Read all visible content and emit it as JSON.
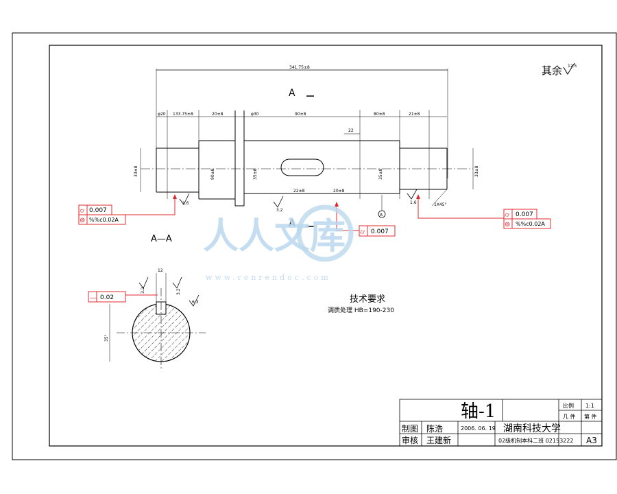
{
  "drawing": {
    "roughness_note": "其余",
    "roughness_value": "12.5",
    "section_marker_top": "A",
    "section_marker_bottom": "A",
    "section_view_label": "A—A",
    "overall_length": "341.75±8",
    "segment_dims": [
      "φ20",
      "133.75±8",
      "20±8",
      "φ30",
      "90±8",
      "80±8",
      "21±8"
    ],
    "keyway_dim": "22",
    "groove_dims": [
      "22±8",
      "20±8"
    ],
    "diameters": [
      "33±8",
      "90±8",
      "35±8",
      "35±8",
      "33±8"
    ],
    "chamfer": "1X45°",
    "surface_marks": [
      "1.6",
      "3.2",
      "1.6"
    ],
    "left_tolerance": {
      "symbol": "⌭",
      "value": "0.007",
      "runout": "⊚",
      "runout_value": "%%c0.02A"
    },
    "right_tolerance": {
      "symbol": "⌭",
      "value": "0.007",
      "runout": "⊚",
      "runout_value": "%%c0.02A"
    },
    "middle_tolerance": {
      "symbol": "⌭",
      "value": "0.007",
      "datum": "A"
    },
    "section_tolerance": {
      "symbol": "—",
      "value": "0.02"
    },
    "section_dims": [
      "12",
      "3.2",
      "3.2",
      "6.3",
      "35°"
    ],
    "tech_title": "技术要求",
    "tech_note": "调质处理 HB=190-230"
  },
  "title_block": {
    "part_name": "轴-1",
    "scale_label": "比例",
    "scale_value": "1:1",
    "qty_label": "几 件",
    "material_label": "第 件",
    "drawn_label": "制图",
    "drawn_by": "陈浩",
    "date": "2006. 06. 19",
    "checked_label": "审核",
    "checked_by": "王建新",
    "school": "湖南科技大学",
    "class_info": "02级机制本科二班 02153222",
    "sheet_size": "A3"
  },
  "watermark": {
    "text": "人人文库",
    "url": "www.renrendoc.com"
  },
  "colors": {
    "annotation": "#e0282e",
    "watermark": "#bcd8ee",
    "line": "#000000"
  }
}
